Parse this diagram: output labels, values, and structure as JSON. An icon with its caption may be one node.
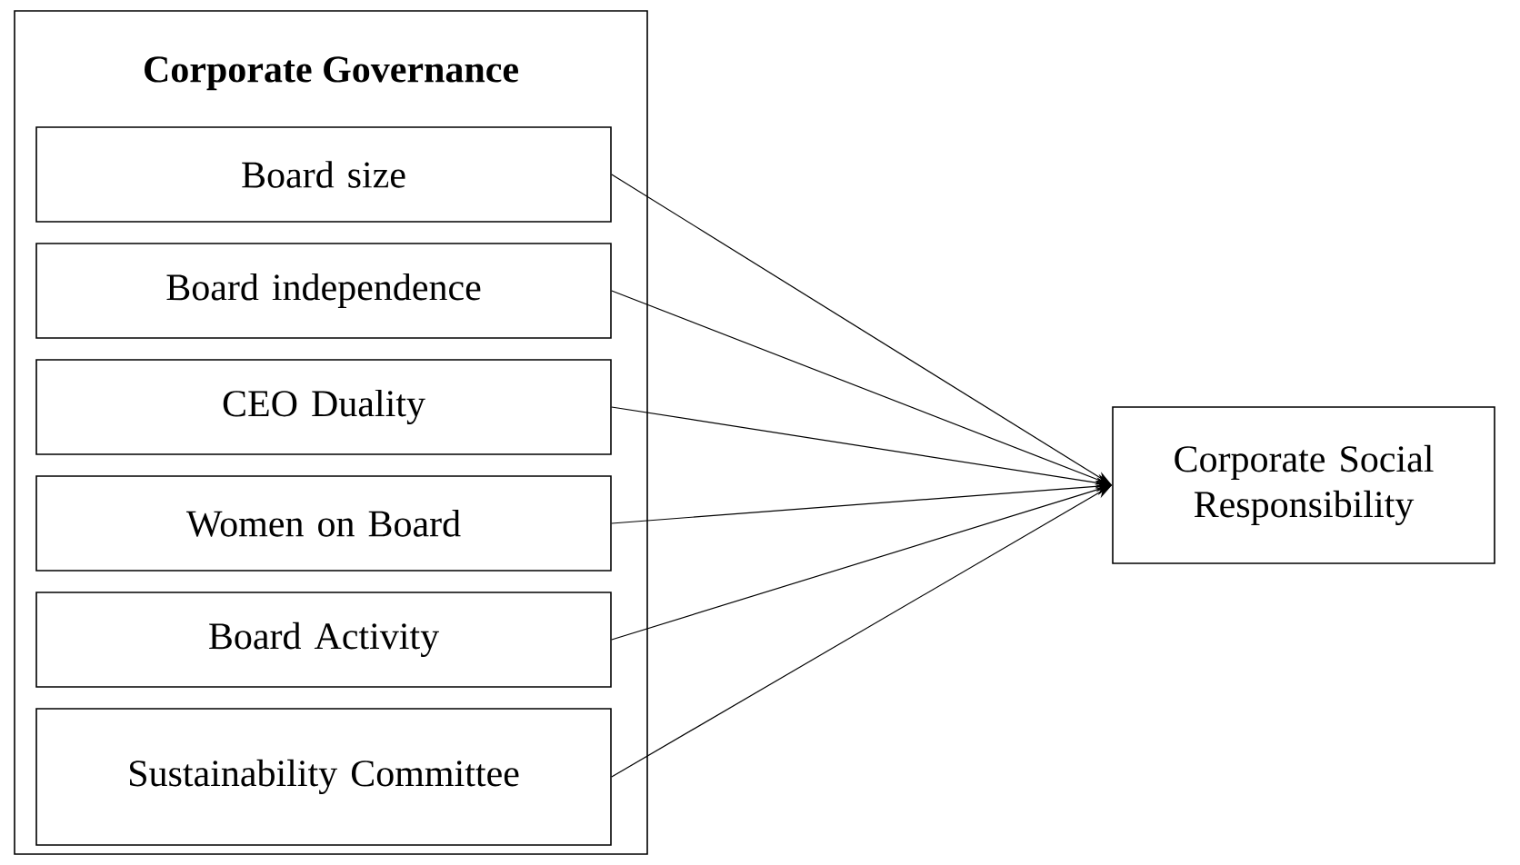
{
  "diagram": {
    "nodes": [
      {
        "text": [
          "Corporate Governance"
        ]
      },
      {
        "text": [
          "Board size"
        ],
        "in": 0
      },
      {
        "text": [
          "Board independence"
        ],
        "in": 0
      },
      {
        "text": [
          "CEO Duality"
        ],
        "in": 0
      },
      {
        "text": [
          "Women on Board"
        ],
        "in": 0
      },
      {
        "text": [
          "Board Activity"
        ],
        "in": 0
      },
      {
        "text": [
          "Sustainability Committee"
        ],
        "in": 0
      },
      {
        "text": [
          "Corporate Social Responsibility"
        ]
      }
    ],
    "edges": [
      {
        "from": 1,
        "to": 7,
        "arrow": "to"
      },
      {
        "from": 2,
        "to": 7,
        "arrow": "to"
      },
      {
        "from": 3,
        "to": 7,
        "arrow": "to"
      },
      {
        "from": 4,
        "to": 7,
        "arrow": "to"
      },
      {
        "from": 5,
        "to": 7,
        "arrow": "to"
      },
      {
        "from": 6,
        "to": 7,
        "arrow": "to"
      }
    ]
  }
}
